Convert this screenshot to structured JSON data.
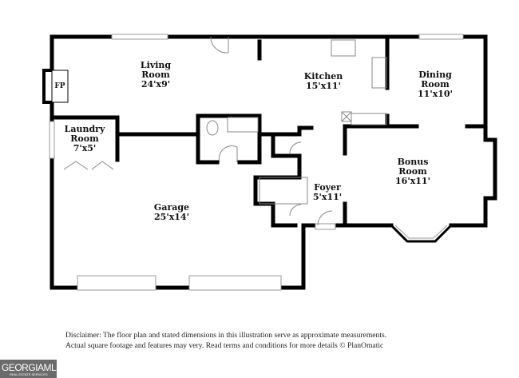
{
  "rooms": {
    "living": {
      "name": "Living\nRoom",
      "dims": "24'x9'"
    },
    "kitchen": {
      "name": "Kitchen",
      "dims": "15'x11'"
    },
    "dining": {
      "name": "Dining\nRoom",
      "dims": "11'x10'"
    },
    "laundry": {
      "name": "Laundry\nRoom",
      "dims": "7'x5'"
    },
    "bonus": {
      "name": "Bonus\nRoom",
      "dims": "16'x11'"
    },
    "foyer": {
      "name": "Foyer",
      "dims": "5'x11'"
    },
    "garage": {
      "name": "Garage",
      "dims": "25'x14'"
    },
    "fireplace": "FP"
  },
  "disclaimer": {
    "line1": "Disclaimer: The floor plan and stated dimensions in this illustration serve as approximate measurements.",
    "line2": "Actual square footage and features may very. Read terms and conditions for more details © PlanOmatic"
  },
  "logo": {
    "text": "GEORGIAMLS",
    "sub": "REAL ESTATE SERVICES"
  },
  "colors": {
    "wall": "#000000",
    "logo_bg": "#6b6b6b"
  }
}
